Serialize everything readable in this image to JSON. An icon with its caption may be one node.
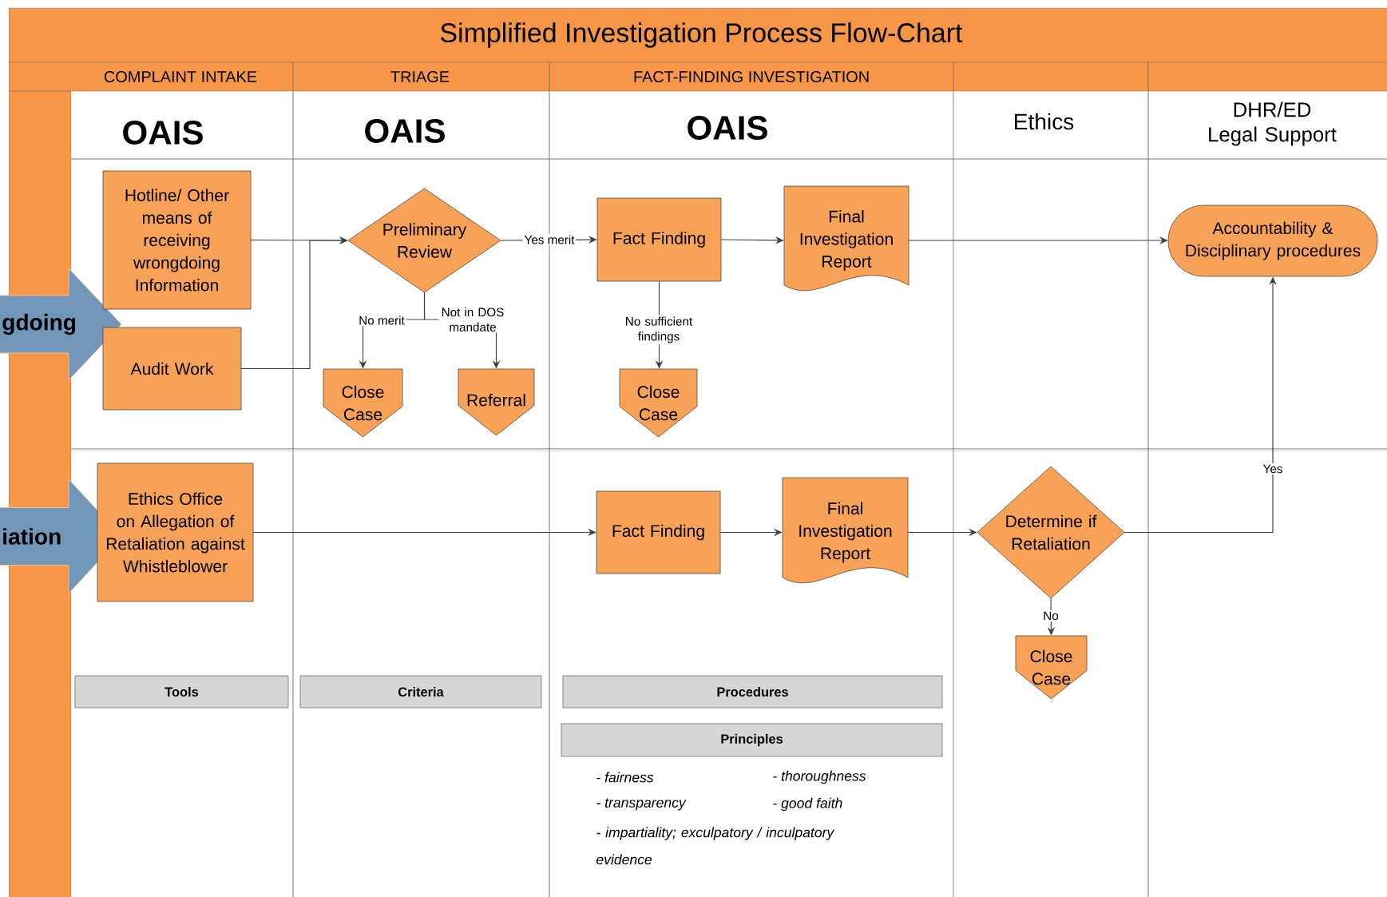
{
  "diagram": {
    "title": "Simplified Investigation Process Flow-Chart",
    "nodes": [
      {
        "text": [
          "gdoing"
        ]
      },
      {
        "text": [
          "Hotline/ Other means of receiving wrongdoing Information"
        ]
      },
      {
        "text": [
          "Audit Work"
        ]
      },
      {
        "text": [
          "Preliminary Review"
        ]
      },
      {
        "text": [
          "Close Case"
        ]
      },
      {
        "text": [
          "Referral"
        ]
      },
      {
        "text": [
          "Fact Finding"
        ]
      },
      {
        "text": [
          "Final Investigation Report"
        ]
      },
      {
        "text": [
          "Close Case"
        ]
      },
      {
        "text": [
          "Accountability & Disciplinary procedures"
        ]
      },
      {
        "text": [
          "iation"
        ]
      },
      {
        "text": [
          "Ethics Office on Allegation of Retaliation against Whistleblower"
        ]
      },
      {
        "text": [
          "Fact Finding"
        ]
      },
      {
        "text": [
          "Final Investigation Report"
        ]
      },
      {
        "text": [
          "Determine if Retaliation"
        ]
      },
      {
        "text": [
          "Close Case"
        ]
      },
      {
        "text": [
          "Tools"
        ]
      },
      {
        "text": [
          "Criteria"
        ]
      },
      {
        "text": [
          "Procedures"
        ]
      },
      {
        "text": [
          "Principles"
        ]
      }
    ],
    "edges": [
      {
        "from": 1,
        "to": 3,
        "arrow": "to"
      },
      {
        "from": 2,
        "to": 3,
        "arrow": "to"
      },
      {
        "from": 3,
        "to": 6,
        "arrow": "to",
        "label": "Yes merit"
      },
      {
        "from": 3,
        "to": 4,
        "arrow": "to",
        "label": "No merit"
      },
      {
        "from": 3,
        "to": 5,
        "arrow": "to",
        "label": "Not in DOS mandate"
      },
      {
        "from": 6,
        "to": 8,
        "arrow": "to",
        "label": "No sufficient findings"
      },
      {
        "from": 6,
        "to": 7,
        "arrow": "to"
      },
      {
        "from": 7,
        "to": 9,
        "arrow": "to"
      },
      {
        "from": 11,
        "to": 12,
        "arrow": "to"
      },
      {
        "from": 12,
        "to": 13,
        "arrow": "to"
      },
      {
        "from": 13,
        "to": 14,
        "arrow": "to"
      },
      {
        "from": 14,
        "to": 15,
        "arrow": "to",
        "label": "No"
      },
      {
        "from": 14,
        "to": 9,
        "arrow": "to",
        "label": "Yes"
      }
    ],
    "labels": [
      "COMPLAINT INTAKE",
      "TRIAGE",
      "FACT-FINDING INVESTIGATION",
      "OAIS",
      "OAIS",
      "OAIS",
      "Ethics",
      "DHR/ED Legal Support",
      "- fairness",
      "- thoroughness",
      "- transparency",
      "- good faith",
      "- impartiality; exculpatory / inculpatory evidence"
    ]
  }
}
